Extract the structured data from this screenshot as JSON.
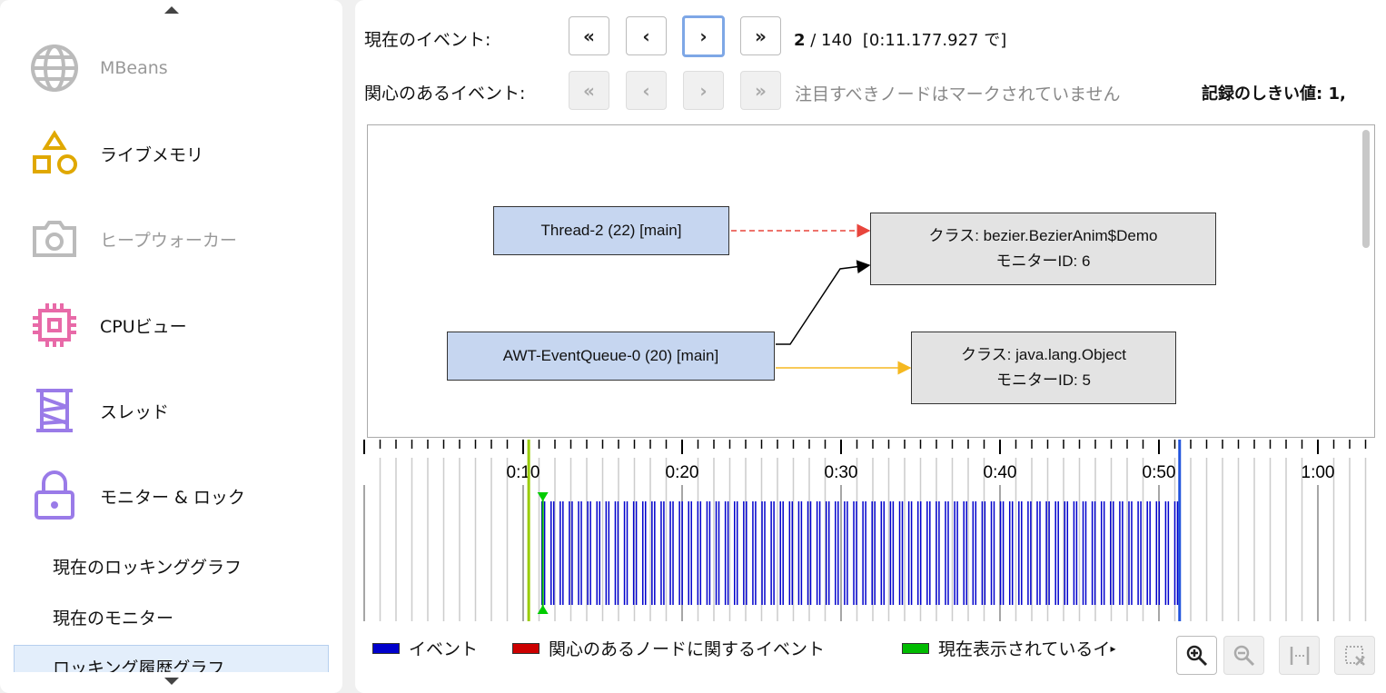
{
  "sidebar": {
    "items": [
      {
        "label": "MBeans",
        "icon": "globe-icon",
        "disabled": true
      },
      {
        "label": "ライブメモリ",
        "icon": "shapes-icon"
      },
      {
        "label": "ヒープウォーカー",
        "icon": "camera-icon",
        "disabled": true
      },
      {
        "label": "CPUビュー",
        "icon": "cpu-icon"
      },
      {
        "label": "スレッド",
        "icon": "spool-icon"
      },
      {
        "label": "モニター & ロック",
        "icon": "lock-icon"
      }
    ],
    "subitems": [
      "現在のロッキンググラフ",
      "現在のモニター",
      "ロッキング履歴グラフ"
    ]
  },
  "nav": {
    "current_label": "現在のイベント:",
    "current_index": "2",
    "total": "/ 140",
    "time": "[0:11.177.927 で]",
    "interest_label": "関心のあるイベント:",
    "interest_msg": "注目すべきノードはマークされていません",
    "threshold_label": "記録のしきい値:",
    "threshold_value": "1,"
  },
  "graph": {
    "threads": [
      "Thread-2 (22) [main]",
      "AWT-EventQueue-0 (20) [main]"
    ],
    "monitors": [
      {
        "cls": "クラス: bezier.BezierAnim$Demo",
        "id": "モニターID: 6"
      },
      {
        "cls": "クラス: java.lang.Object",
        "id": "モニターID: 5"
      }
    ],
    "colors": {
      "waiting": "#e8453c",
      "owns": "#000000",
      "request": "#f5b820"
    }
  },
  "timeline": {
    "tick_labels": [
      "0:10",
      "0:20",
      "0:30",
      "0:40",
      "0:50",
      "1:00"
    ],
    "current_time_s": 11.18,
    "marker_time_s": 10.35,
    "end_time_s": 51.3,
    "events_start_s": 11.18,
    "events_end_s": 51.0,
    "event_count": 140,
    "event_color": "#0000cc"
  },
  "legend": [
    "イベント",
    "関心のあるノードに関するイベント",
    "現在表示されているイ"
  ],
  "legend_colors": [
    "#0000cc",
    "#cc0000",
    "#00bb00"
  ]
}
